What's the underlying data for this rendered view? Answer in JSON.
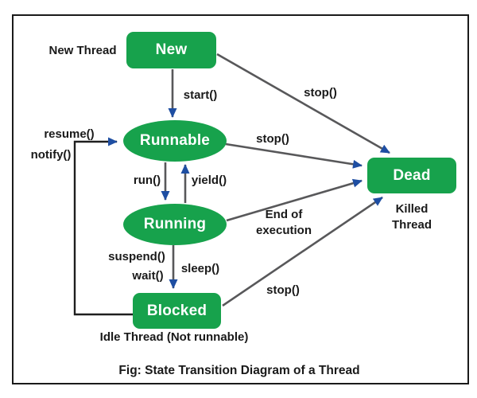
{
  "caption": "Fig: State Transition Diagram of a Thread",
  "colors": {
    "state_fill": "#17a24c",
    "state_text": "#ffffff",
    "arrow_line": "#58585a",
    "arrowhead": "#1e4ea2",
    "loop_line": "#1f1f1f",
    "label_text": "#1a1a1a",
    "border": "#1a1a1a",
    "background": "#ffffff"
  },
  "states": [
    {
      "id": "new",
      "label": "New",
      "shape": "rounded-rect"
    },
    {
      "id": "runnable",
      "label": "Runnable",
      "shape": "ellipse"
    },
    {
      "id": "running",
      "label": "Running",
      "shape": "ellipse"
    },
    {
      "id": "blocked",
      "label": "Blocked",
      "shape": "rounded-rect"
    },
    {
      "id": "dead",
      "label": "Dead",
      "shape": "rounded-rect"
    }
  ],
  "transition_labels": {
    "start": "start()",
    "stop_new_to_dead": "stop()",
    "stop_runnable_to_dead": "stop()",
    "run": "run()",
    "yield": "yield()",
    "end_of_execution_line1": "End of",
    "end_of_execution_line2": "execution",
    "suspend": "suspend()",
    "wait": "wait()",
    "sleep": "sleep()",
    "stop_blocked_to_dead": "stop()",
    "resume": "resume()",
    "notify": "notify()"
  },
  "annotations": {
    "new_thread": "New Thread",
    "idle_thread": "Idle Thread (Not runnable)",
    "killed_thread_line1": "Killed",
    "killed_thread_line2": "Thread"
  }
}
